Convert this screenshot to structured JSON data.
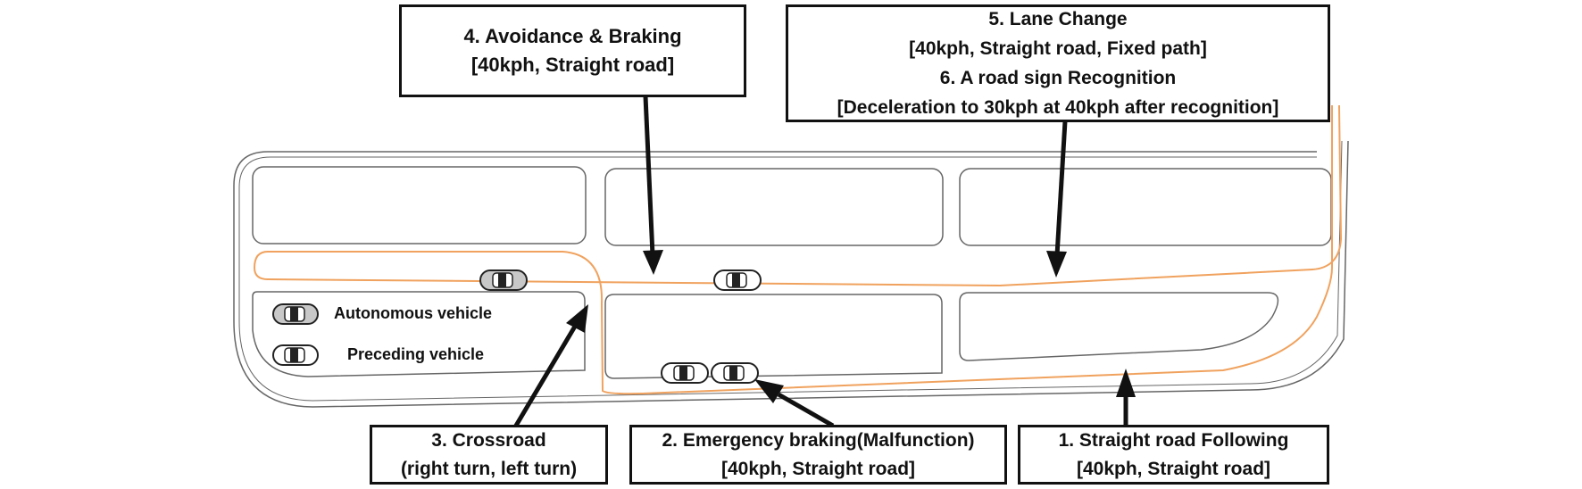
{
  "legend": {
    "autonomous": "Autonomous vehicle",
    "preceding": "Preceding vehicle"
  },
  "scenarios": {
    "s1": {
      "title": "1. Straight road Following",
      "detail": "[40kph, Straight road]"
    },
    "s2": {
      "title": "2. Emergency braking(Malfunction)",
      "detail": "[40kph, Straight road]"
    },
    "s3": {
      "title": "3. Crossroad",
      "detail": "(right turn, left turn)"
    },
    "s4": {
      "title": "4. Avoidance & Braking",
      "detail": "[40kph, Straight road]"
    },
    "s5": {
      "title": "5. Lane Change",
      "detail": "[40kph, Straight road, Fixed path]"
    },
    "s6": {
      "title": "6. A road sign Recognition",
      "detail": "[Deceleration to 30kph at 40kph after recognition]"
    }
  },
  "colors": {
    "route": "#f0a25e",
    "outline": "#666666",
    "arrow": "#111111",
    "autonomous_car": "#c8c8c8",
    "preceding_car": "#ffffff"
  },
  "icons": [
    "autonomous-car-icon",
    "preceding-car-icon"
  ]
}
